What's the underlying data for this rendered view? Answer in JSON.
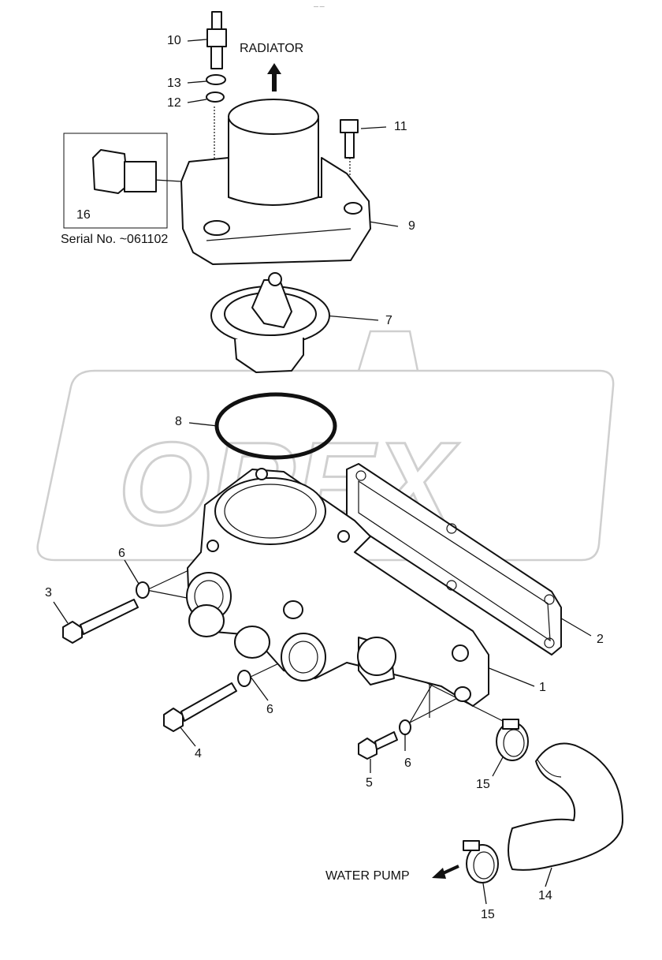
{
  "header_mark": "— —",
  "labels": {
    "radiator": "RADIATOR",
    "water_pump": "WATER PUMP",
    "serial": "Serial No. ~061102",
    "watermark": "OREX"
  },
  "callouts": {
    "p1": "1",
    "p2": "2",
    "p3": "3",
    "p4": "4",
    "p5": "5",
    "p6a": "6",
    "p6b": "6",
    "p6c": "6",
    "p7": "7",
    "p8": "8",
    "p9": "9",
    "p10": "10",
    "p11": "11",
    "p12": "12",
    "p13": "13",
    "p14": "14",
    "p15a": "15",
    "p15b": "15",
    "p16": "16"
  }
}
